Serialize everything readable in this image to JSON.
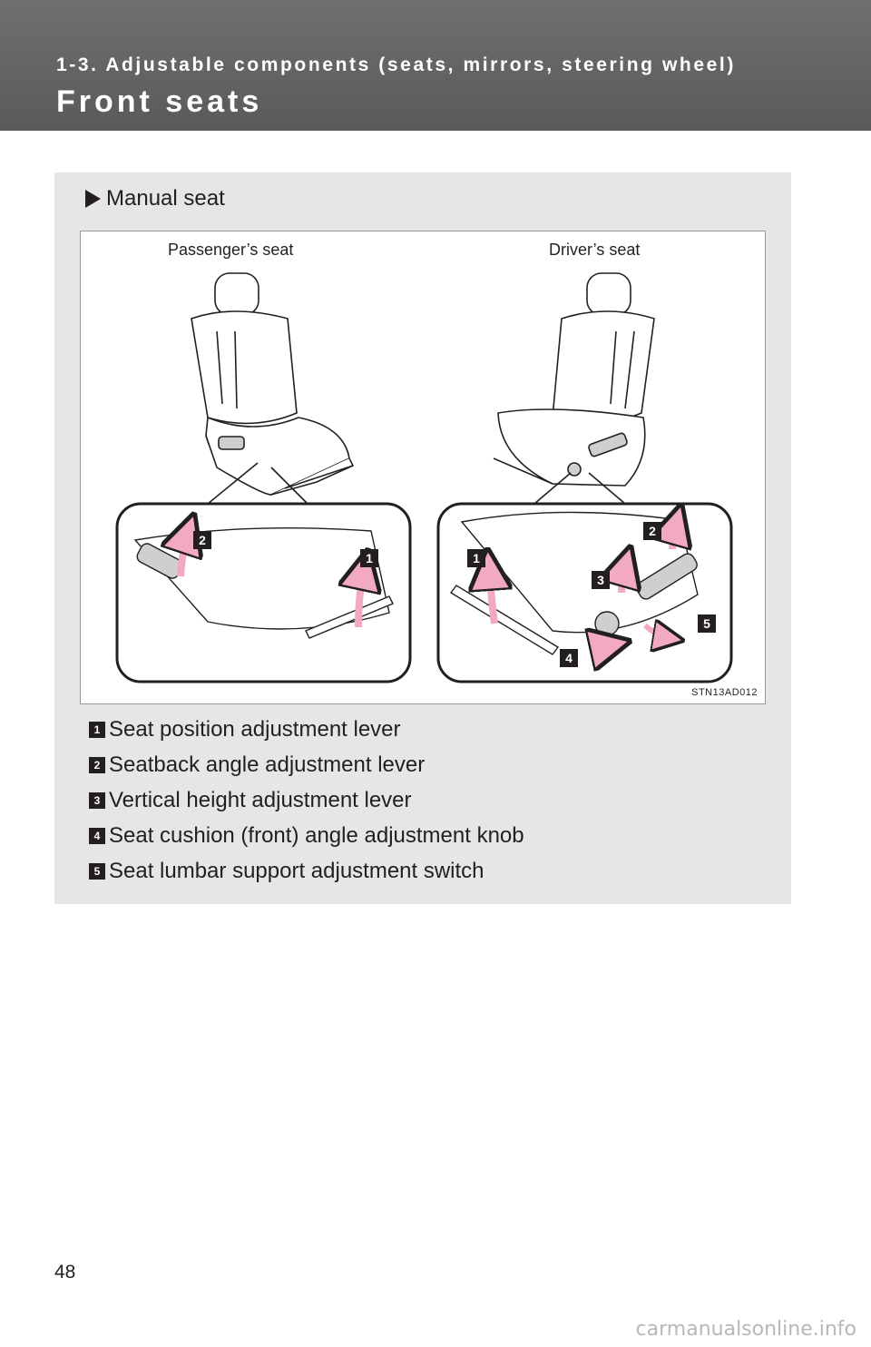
{
  "header": {
    "chapter": "1-3. Adjustable components (seats, mirrors, steering wheel)",
    "title": "Front seats"
  },
  "section": {
    "heading": "Manual seat"
  },
  "figure": {
    "passenger_caption": "Passenger’s seat",
    "driver_caption": "Driver’s seat",
    "code": "STN13AD012",
    "callouts": {
      "n1": "1",
      "n2": "2",
      "n3": "3",
      "n4": "4",
      "n5": "5"
    },
    "arrow_color": "#f2a9c4"
  },
  "legend": [
    {
      "num": "1",
      "text": "Seat position adjustment lever"
    },
    {
      "num": "2",
      "text": "Seatback angle adjustment lever"
    },
    {
      "num": "3",
      "text": "Vertical height adjustment lever"
    },
    {
      "num": "4",
      "text": "Seat cushion (front) angle adjustment knob"
    },
    {
      "num": "5",
      "text": "Seat lumbar support adjustment switch"
    }
  ],
  "page_number": "48",
  "watermark": "carmanualsonline.info"
}
